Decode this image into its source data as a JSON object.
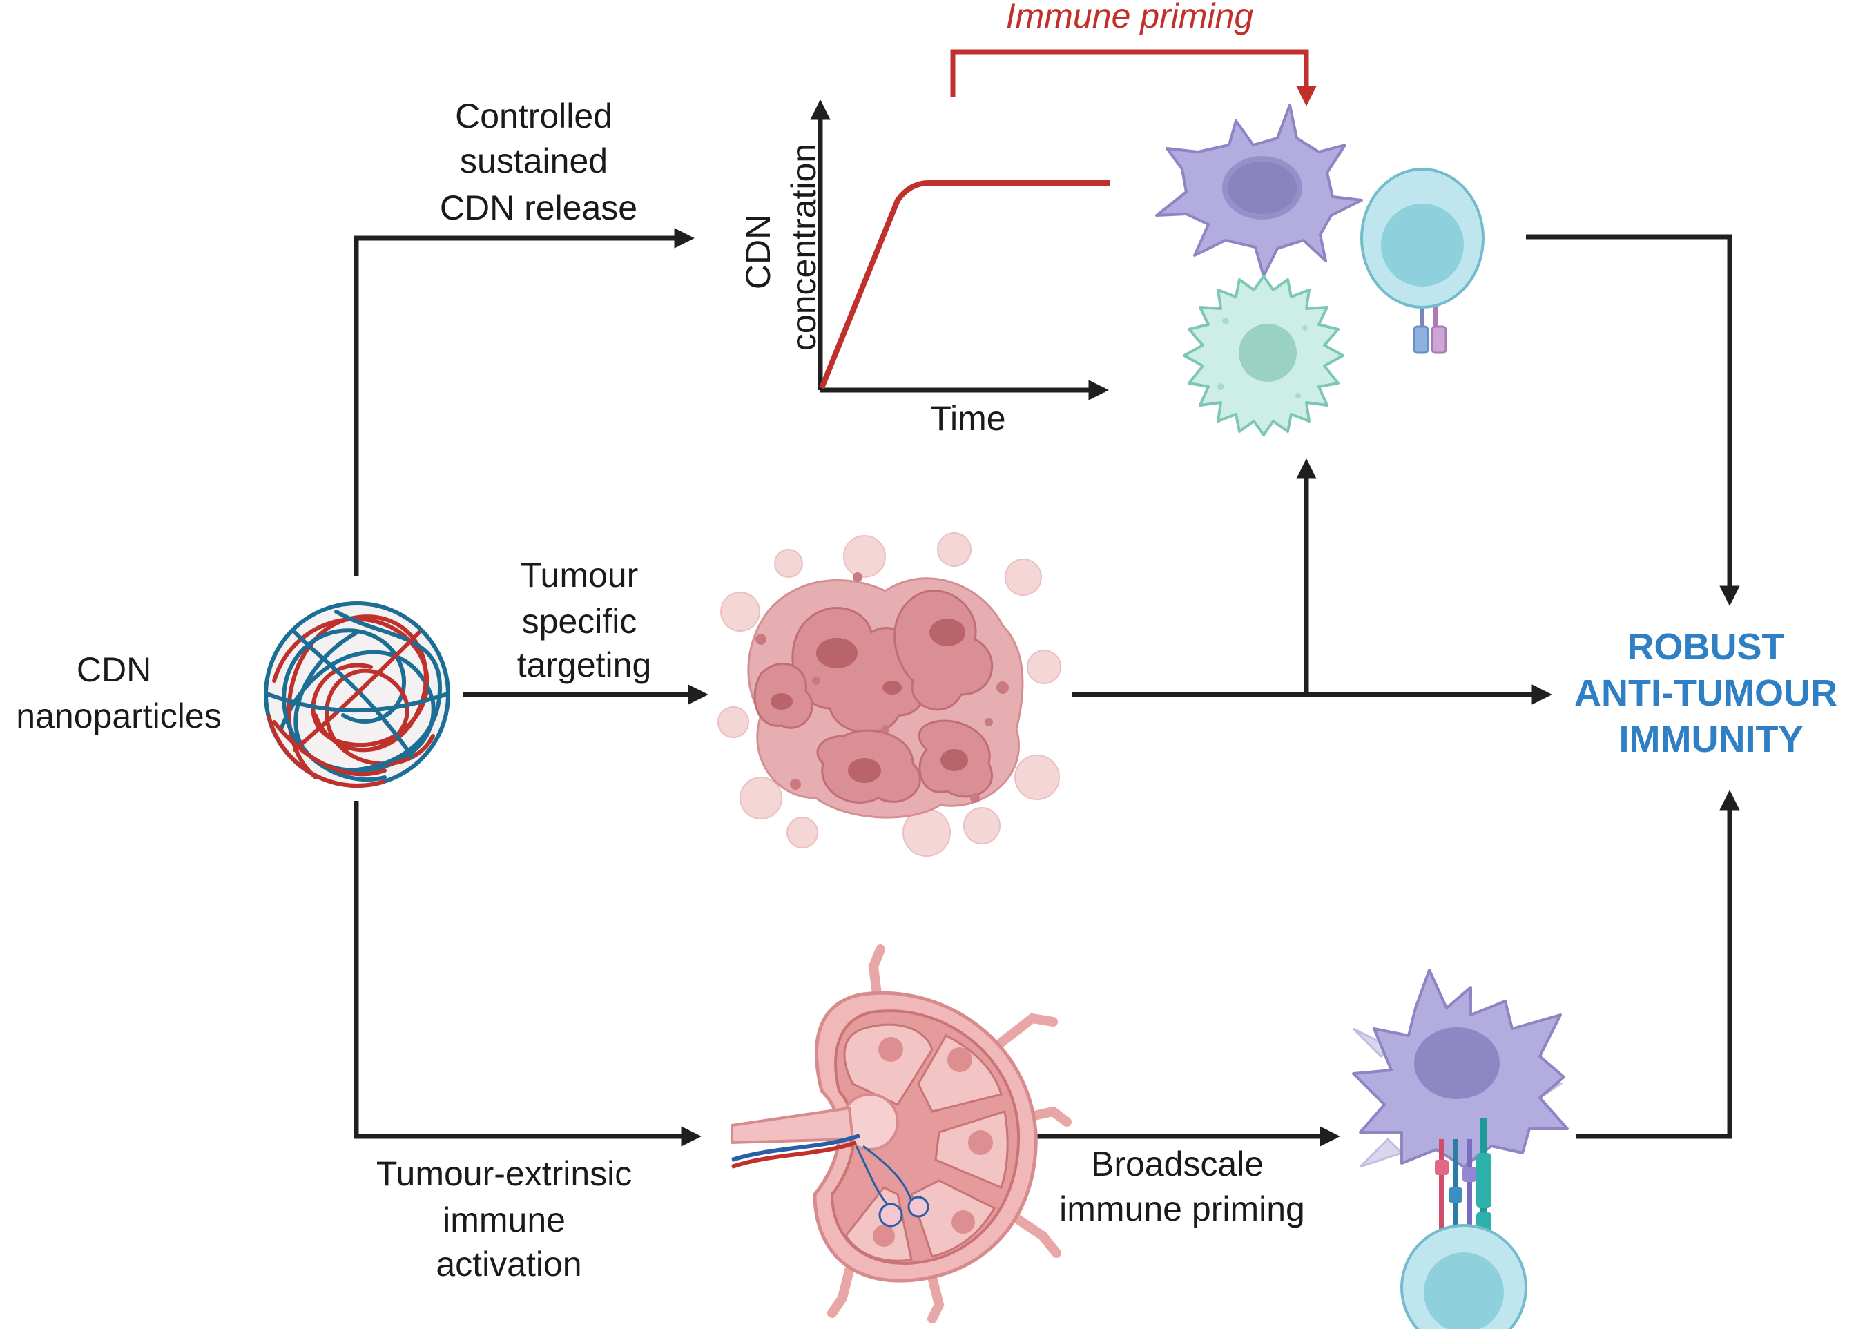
{
  "labels": {
    "cdn_nanoparticles": [
      "CDN",
      "nanoparticles"
    ],
    "controlled_release": [
      "Controlled",
      "sustained",
      "CDN release"
    ],
    "tumour_targeting": [
      "Tumour",
      "specific",
      "targeting"
    ],
    "extrinsic_activation": [
      "Tumour-extrinsic",
      "immune",
      "activation"
    ],
    "broadscale_priming": [
      "Broadscale",
      "immune priming"
    ],
    "immune_priming": "Immune priming",
    "outcome": [
      "ROBUST",
      "ANTI-TUMOUR",
      "IMMUNITY"
    ]
  },
  "graph": {
    "ylabel": [
      "CDN",
      "concentration"
    ],
    "xlabel": "Time"
  },
  "colors": {
    "arrow": "#1f1f1f",
    "accent_red": "#c0312c",
    "outcome_blue": "#2f7fc4",
    "dendritic_purple": "#b3acdf",
    "macrophage_green": "#cdeee6",
    "tcell_cyan": "#9fdbe4",
    "tumour_pink": "#d98f94",
    "lymph_node_pink": "#e59a9c"
  },
  "icons": [
    "nanoparticle-icon",
    "dendritic-cell-icon",
    "macrophage-icon",
    "t-cell-icon",
    "tumour-icon",
    "lymph-node-icon",
    "immune-synapse-icon"
  ]
}
